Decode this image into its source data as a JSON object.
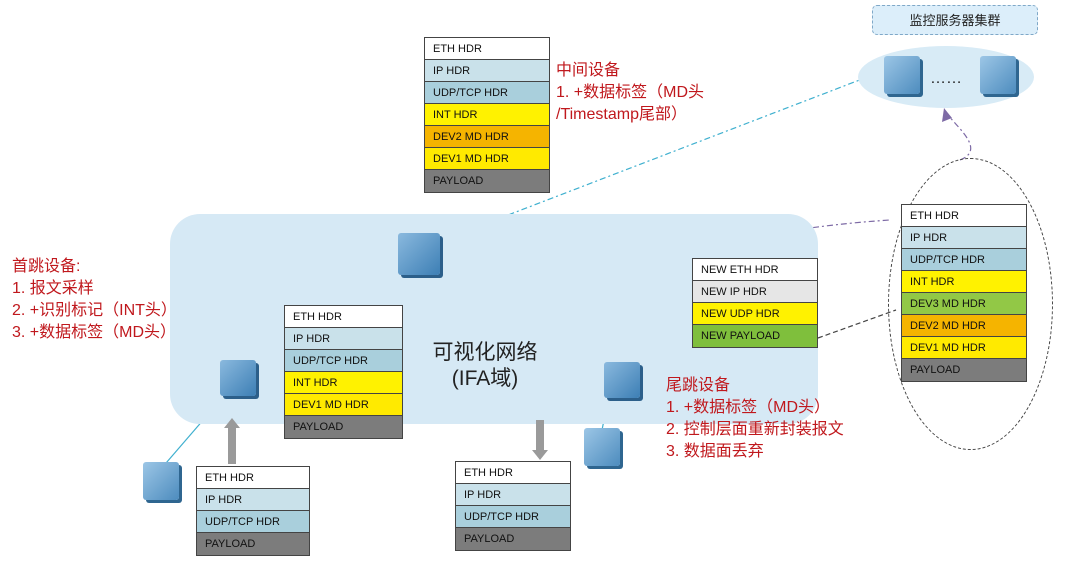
{
  "network": {
    "label_line1": "可视化网络",
    "label_line2": "(IFA域)"
  },
  "cluster": {
    "label": "监控服务器集群",
    "dots": "……"
  },
  "first_hop": {
    "title": "首跳设备:",
    "steps": [
      "1.   报文采样",
      "2.   +识别标记（INT头）",
      "3.   +数据标签（MD头）"
    ]
  },
  "mid_device": {
    "title": "中间设备",
    "step_line1": "1.    +数据标签（MD头",
    "step_line2": "/Timestamp尾部）"
  },
  "tail_device": {
    "title": "尾跳设备",
    "steps": [
      "1. +数据标签（MD头）",
      "2.  控制层面重新封装报文",
      "3.  数据面丢弃"
    ]
  },
  "stacks": {
    "original": [
      "ETH HDR",
      "IP HDR",
      "UDP/TCP HDR",
      "PAYLOAD"
    ],
    "after_first": [
      "ETH HDR",
      "IP HDR",
      "UDP/TCP HDR",
      "INT HDR",
      "DEV1 MD HDR",
      "PAYLOAD"
    ],
    "after_mid": [
      "ETH HDR",
      "IP HDR",
      "UDP/TCP HDR",
      "INT HDR",
      "DEV2 MD HDR",
      "DEV1 MD HDR",
      "PAYLOAD"
    ],
    "output": [
      "ETH HDR",
      "IP HDR",
      "UDP/TCP HDR",
      "PAYLOAD"
    ],
    "new_packet": [
      "NEW ETH HDR",
      "NEW IP HDR",
      "NEW UDP HDR",
      "NEW PAYLOAD"
    ],
    "payload_detail": [
      "ETH HDR",
      "IP HDR",
      "UDP/TCP HDR",
      "INT HDR",
      "DEV3 MD HDR",
      "DEV2 MD HDR",
      "DEV1 MD HDR",
      "PAYLOAD"
    ]
  },
  "colors": {
    "red_text": "#c0181d",
    "network_bg": "#d6e9f5",
    "int_hdr": "#fff200",
    "payload": "#7c7c7c",
    "dev2_md": "#f5b400",
    "dev3_md": "#92c846"
  }
}
